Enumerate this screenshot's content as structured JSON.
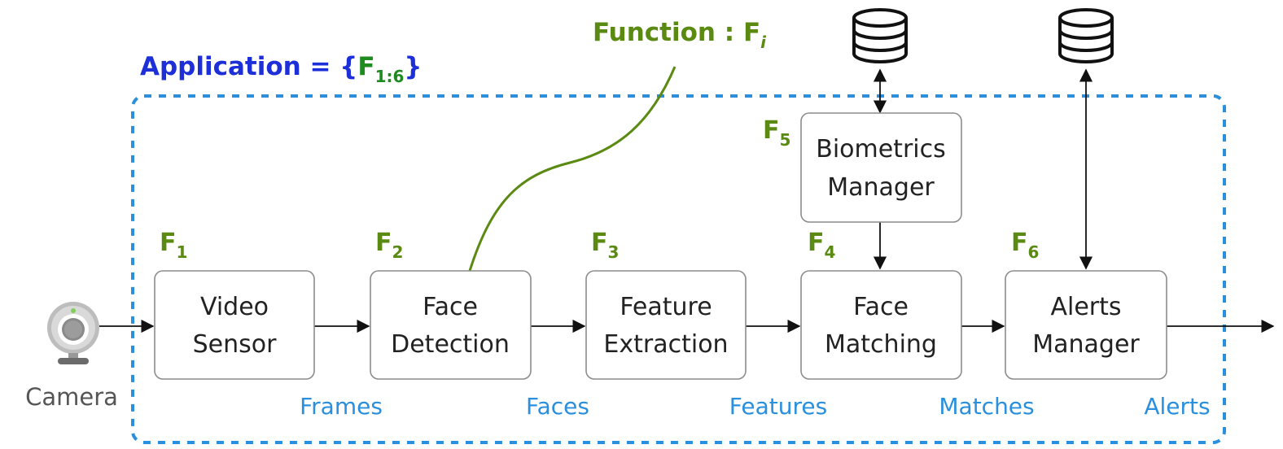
{
  "colors": {
    "application_title": "#1d2fd9",
    "function_green": "#5a8a12",
    "set_green": "#1f8a1f",
    "edge_blue": "#2a8fdc",
    "boundary_blue": "#2a8fdc",
    "camera_gray": "#555555"
  },
  "application": {
    "title_prefix": "Application = {",
    "title_f": "F",
    "title_sub": "1:6",
    "title_suffix": "}"
  },
  "function_callout": {
    "text": "Function : F",
    "sub": "i"
  },
  "camera": {
    "label": "Camera",
    "icon": "webcam-icon"
  },
  "functions": [
    {
      "id": "F1",
      "f": "F",
      "sub": "1",
      "line1": "Video",
      "line2": "Sensor"
    },
    {
      "id": "F2",
      "f": "F",
      "sub": "2",
      "line1": "Face",
      "line2": "Detection"
    },
    {
      "id": "F3",
      "f": "F",
      "sub": "3",
      "line1": "Feature",
      "line2": "Extraction"
    },
    {
      "id": "F4",
      "f": "F",
      "sub": "4",
      "line1": "Face",
      "line2": "Matching"
    },
    {
      "id": "F5",
      "f": "F",
      "sub": "5",
      "line1": "Biometrics",
      "line2": "Manager"
    },
    {
      "id": "F6",
      "f": "F",
      "sub": "6",
      "line1": "Alerts",
      "line2": "Manager"
    }
  ],
  "edges": [
    {
      "label": "Frames"
    },
    {
      "label": "Faces"
    },
    {
      "label": "Features"
    },
    {
      "label": "Matches"
    },
    {
      "label": "Alerts"
    }
  ],
  "databases": [
    {
      "name": "biometrics-database-icon"
    },
    {
      "name": "alerts-database-icon"
    }
  ]
}
